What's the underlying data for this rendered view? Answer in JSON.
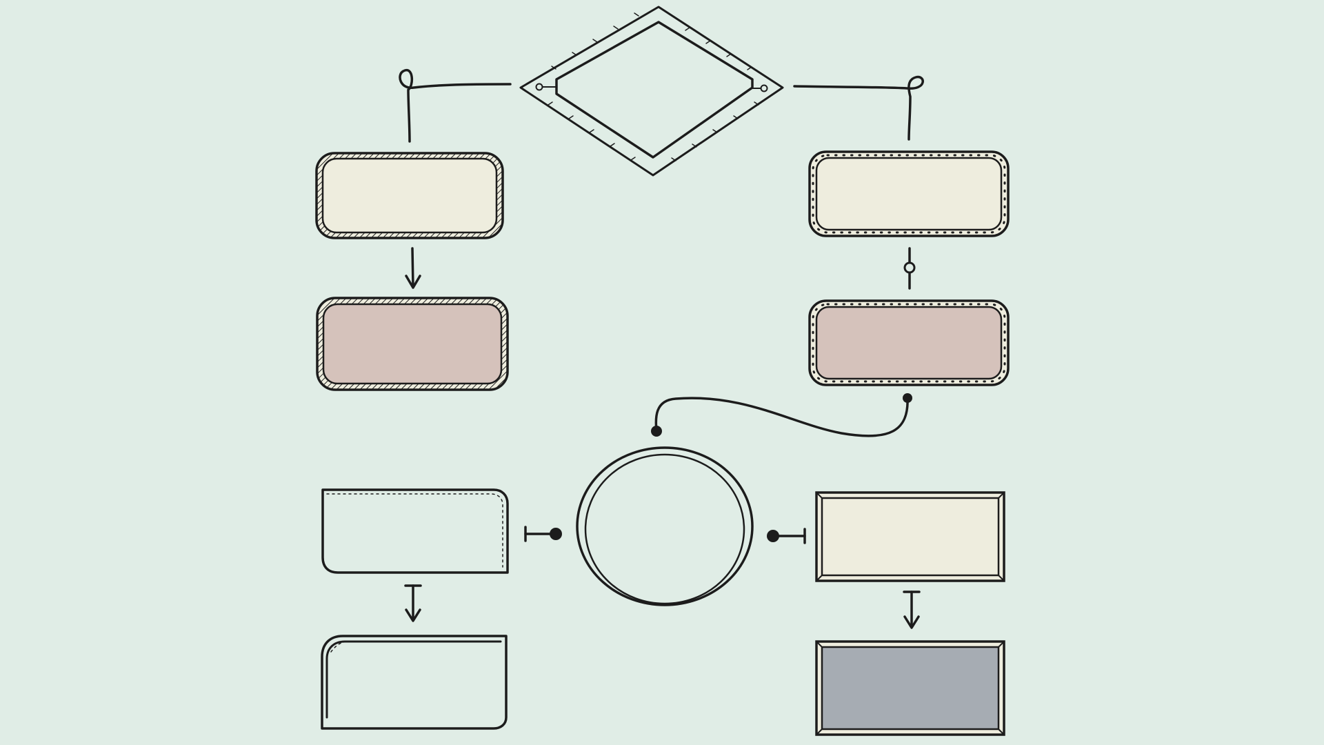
{
  "diagram": {
    "background_color": "#e0ede6",
    "ink_color": "#1c1c1c",
    "nodes": [
      {
        "id": "decision",
        "shape": "diamond",
        "fill": "#cc8a6c",
        "label": ""
      },
      {
        "id": "left-box-1",
        "shape": "rounded-rect",
        "border": "hatched",
        "fill": "#eeedde",
        "label": ""
      },
      {
        "id": "left-box-2",
        "shape": "rounded-rect",
        "border": "hatched",
        "fill": "#d5c2bb",
        "label": ""
      },
      {
        "id": "right-box-1",
        "shape": "rounded-rect",
        "border": "dotted",
        "fill": "#eeedde",
        "label": ""
      },
      {
        "id": "right-box-2",
        "shape": "rounded-rect",
        "border": "dotted",
        "fill": "#d5c2bb",
        "label": ""
      },
      {
        "id": "center-circle",
        "shape": "circle",
        "fill": "#e4c594",
        "label": ""
      },
      {
        "id": "left-box-3",
        "shape": "rect",
        "border": "dashed",
        "fill": "#eeedde",
        "label": ""
      },
      {
        "id": "left-box-4",
        "shape": "rounded-rect",
        "border": "dashed",
        "fill": "#a6acb3",
        "label": ""
      },
      {
        "id": "right-box-3",
        "shape": "frame",
        "border": "double",
        "fill": "#eeedde",
        "label": ""
      },
      {
        "id": "right-box-4",
        "shape": "frame",
        "border": "double",
        "fill": "#a6acb3",
        "label": ""
      }
    ],
    "connectors": [
      {
        "from": "decision",
        "to": "left-box-1",
        "style": "loop"
      },
      {
        "from": "decision",
        "to": "right-box-1",
        "style": "loop"
      },
      {
        "from": "left-box-1",
        "to": "left-box-2",
        "style": "arrow"
      },
      {
        "from": "right-box-1",
        "to": "right-box-2",
        "style": "ring"
      },
      {
        "from": "right-box-2",
        "to": "center-circle",
        "style": "curve-dots"
      },
      {
        "from": "center-circle",
        "to": "left-box-3",
        "style": "dot-bar"
      },
      {
        "from": "center-circle",
        "to": "right-box-3",
        "style": "dot-bar"
      },
      {
        "from": "left-box-3",
        "to": "left-box-4",
        "style": "bar-arrow"
      },
      {
        "from": "right-box-3",
        "to": "right-box-4",
        "style": "bar-arrow"
      }
    ]
  }
}
